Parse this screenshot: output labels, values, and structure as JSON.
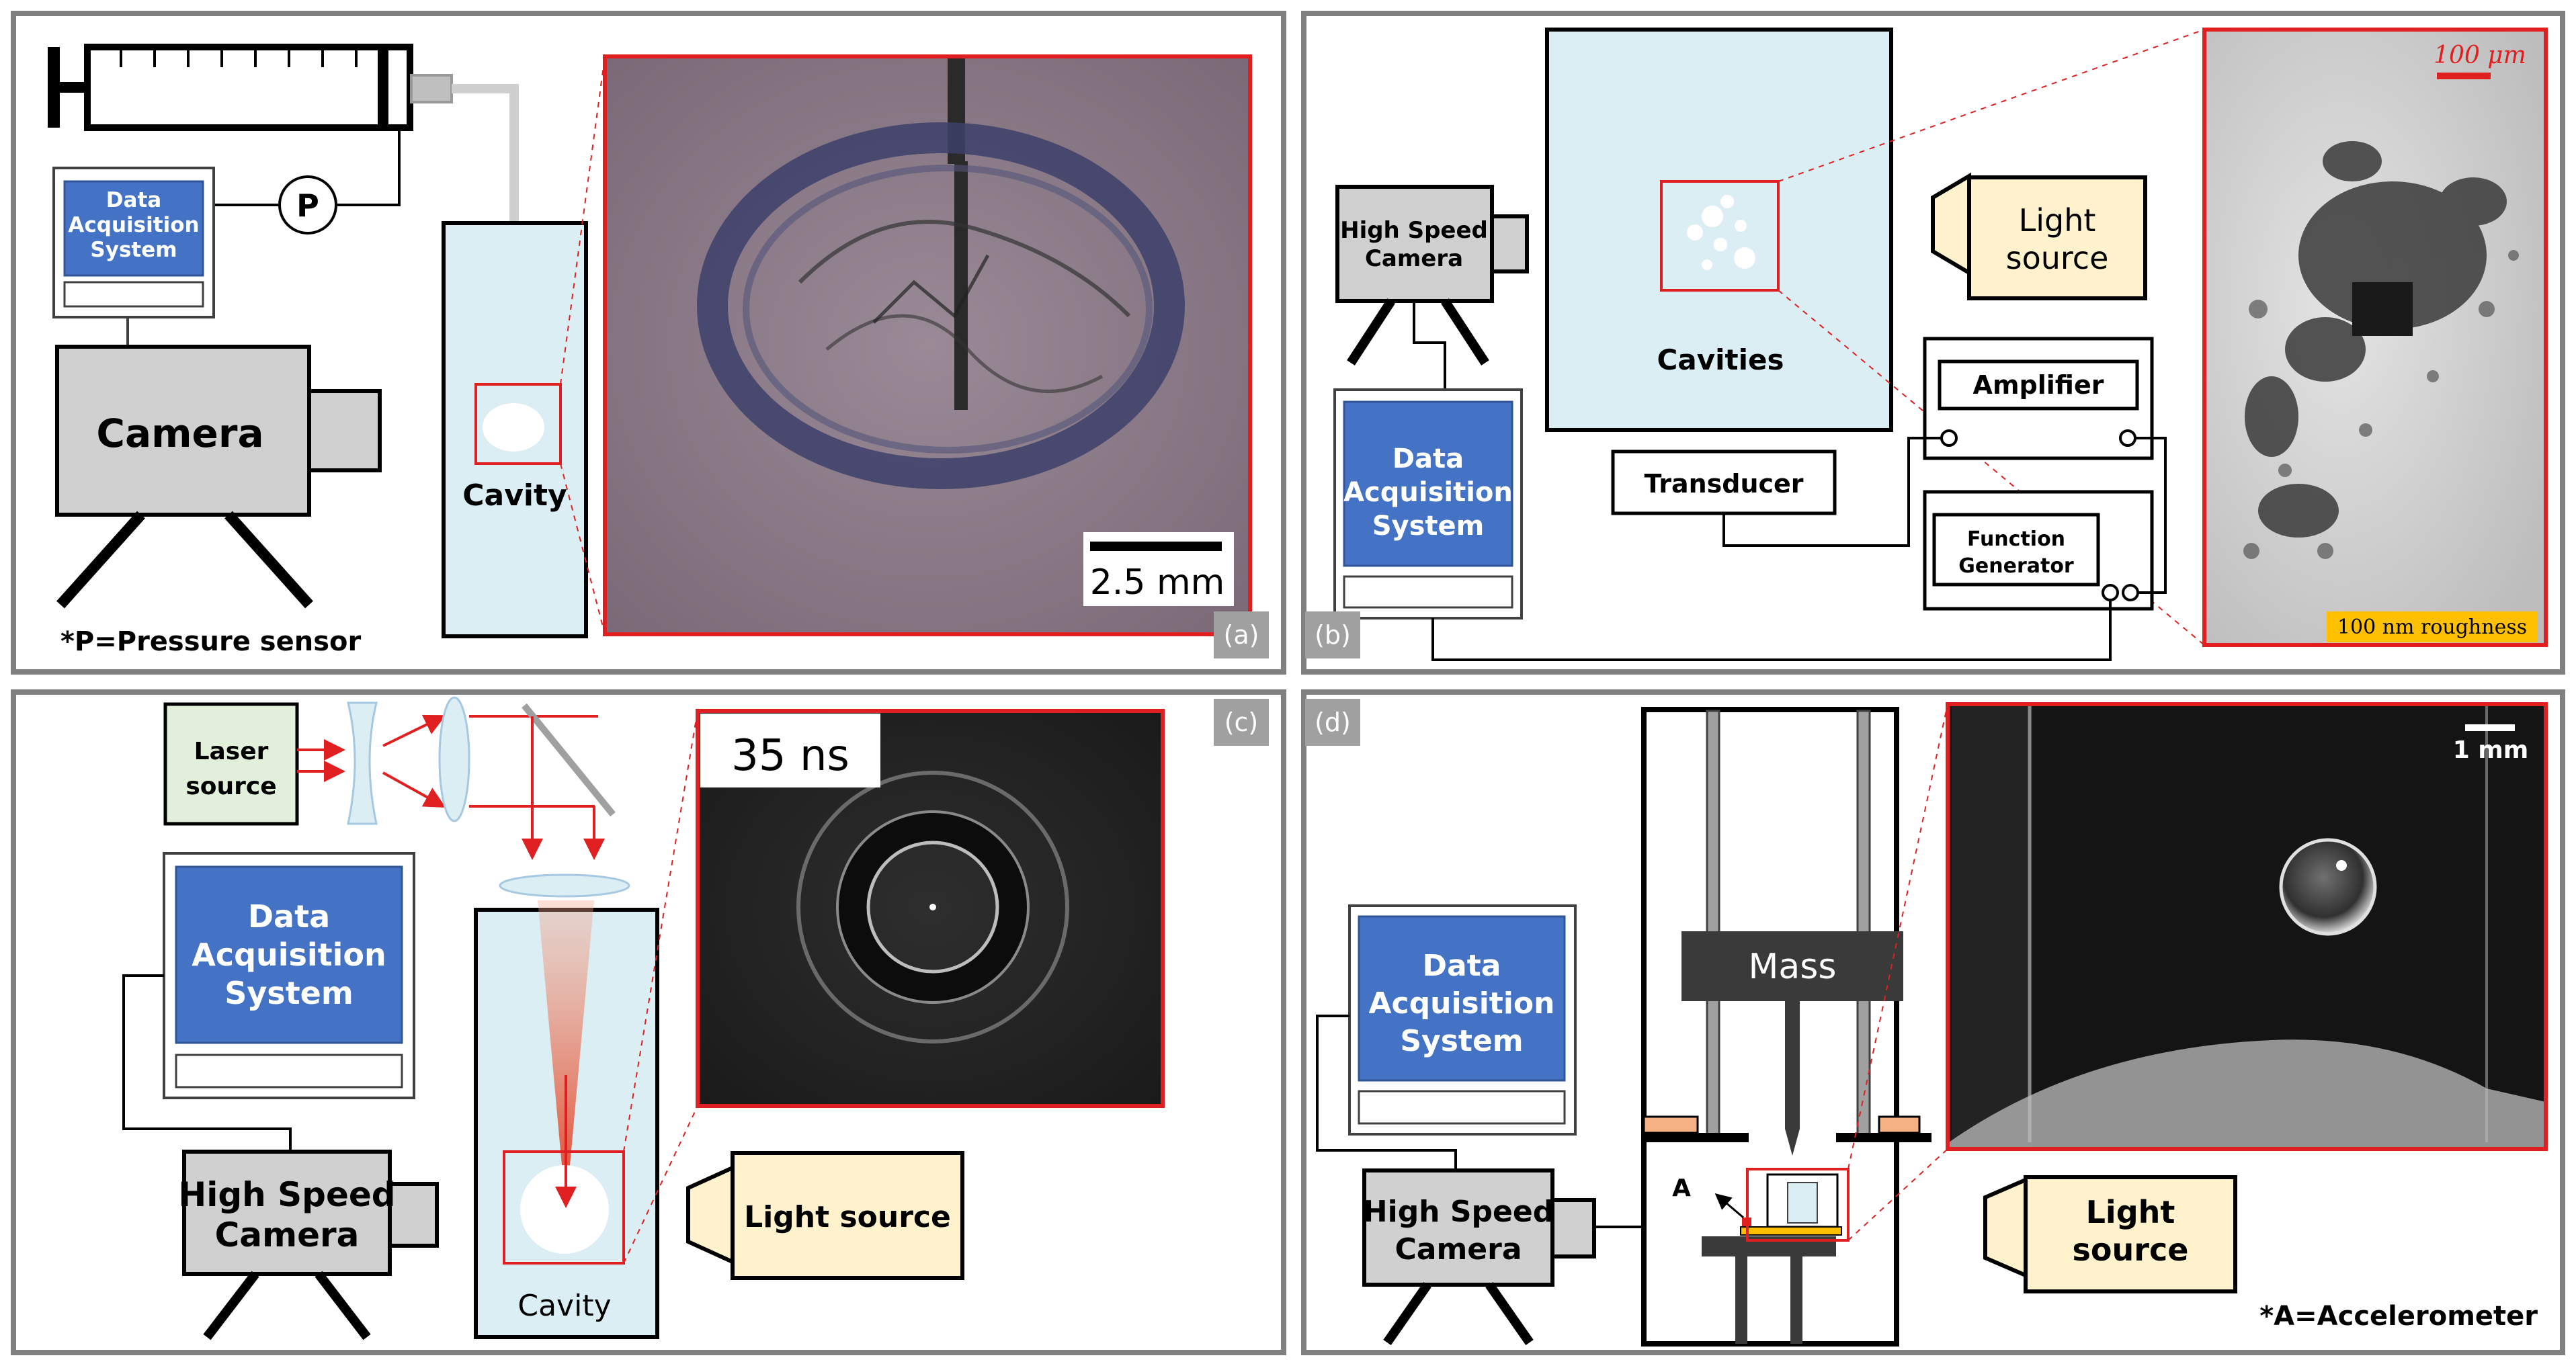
{
  "panels": {
    "a": {
      "tag": "(a)",
      "daq": [
        "Data",
        "Acquisition",
        "System"
      ],
      "pressure": "P",
      "camera": "Camera",
      "cavity": "Cavity",
      "scale": "2.5 mm",
      "footnote": "*P=Pressure sensor"
    },
    "b": {
      "tag": "(b)",
      "hs_camera": [
        "High Speed",
        "Camera"
      ],
      "daq": [
        "Data",
        "Acquisition",
        "System"
      ],
      "cavities": "Cavities",
      "light": [
        "Light",
        "source"
      ],
      "amplifier": "Amplifier",
      "transducer": "Transducer",
      "function_gen": [
        "Function",
        "Generator"
      ],
      "scale": "100 μm",
      "roughness": "100 nm roughness"
    },
    "c": {
      "tag": "(c)",
      "laser": [
        "Laser",
        "source"
      ],
      "daq": [
        "Data",
        "Acquisition",
        "System"
      ],
      "hs_camera": [
        "High Speed",
        "Camera"
      ],
      "cavity": "Cavity",
      "light": "Light source",
      "time": "35 ns"
    },
    "d": {
      "tag": "(d)",
      "daq": [
        "Data",
        "Acquisition",
        "System"
      ],
      "hs_camera": [
        "High Speed",
        "Camera"
      ],
      "mass": "Mass",
      "accel_label": "A",
      "light": [
        "Light",
        "source"
      ],
      "scale": "1 mm",
      "footnote": "*A=Accelerometer"
    }
  },
  "colors": {
    "panel_border": "#808080",
    "daq_blue": "#4472c4",
    "light_box": "#fff2cc",
    "laser_box": "#e2efda",
    "tank": "#dbeef4",
    "gray_device": "#d0d0d0",
    "zoom_red": "#e02020",
    "beam_red": "#e02020",
    "photo_purple": "#8a7a87",
    "tag_bg": "#a0a0a0",
    "mass_dark": "#3a3a3a",
    "tape_gold": "#ffc000",
    "pad_orange": "#f4b183"
  }
}
